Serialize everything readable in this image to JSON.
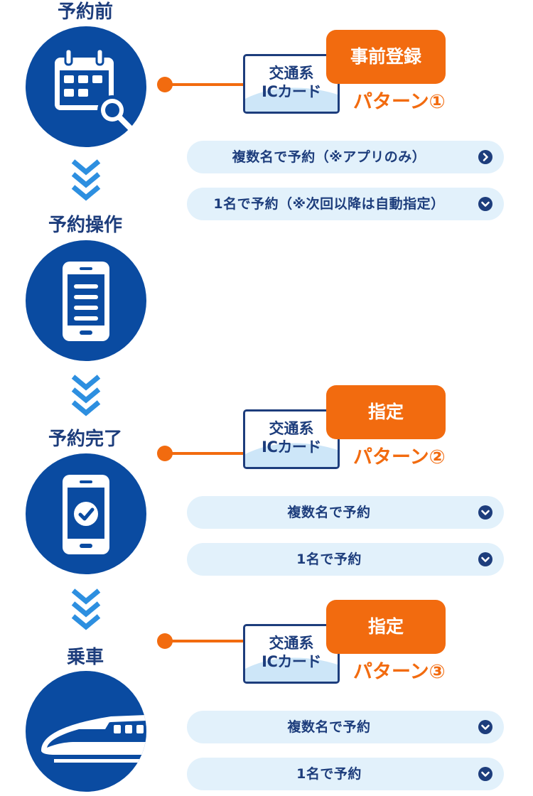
{
  "steps": [
    {
      "label": "予約前",
      "icon": "calendar-search-icon"
    },
    {
      "label": "予約操作",
      "icon": "smartphone-icon"
    },
    {
      "label": "予約完了",
      "icon": "smartphone-check-icon"
    },
    {
      "label": "乗車",
      "icon": "shinkansen-train-icon"
    }
  ],
  "patterns": [
    {
      "card_line1": "交通系",
      "card_line2": "ICカード",
      "badge": "事前登録",
      "pattern_label": "パターン①",
      "options": [
        {
          "label": "複数名で予約（※アプリのみ）",
          "icon": "chevron-right-icon"
        },
        {
          "label": "1名で予約（※次回以降は自動指定）",
          "icon": "chevron-down-icon"
        }
      ]
    },
    {
      "card_line1": "交通系",
      "card_line2": "ICカード",
      "badge": "指定",
      "pattern_label": "パターン②",
      "options": [
        {
          "label": "複数名で予約",
          "icon": "chevron-down-icon"
        },
        {
          "label": "1名で予約",
          "icon": "chevron-down-icon"
        }
      ]
    },
    {
      "card_line1": "交通系",
      "card_line2": "ICカード",
      "badge": "指定",
      "pattern_label": "パターン③",
      "options": [
        {
          "label": "複数名で予約",
          "icon": "chevron-down-icon"
        },
        {
          "label": "1名で予約",
          "icon": "chevron-down-icon"
        }
      ]
    }
  ],
  "colors": {
    "primary": "#0a4ba1",
    "accent": "#f26b0f",
    "pill_bg": "#e2f1fb",
    "text": "#1d3d7c",
    "chevron": "#2d8fe0"
  }
}
